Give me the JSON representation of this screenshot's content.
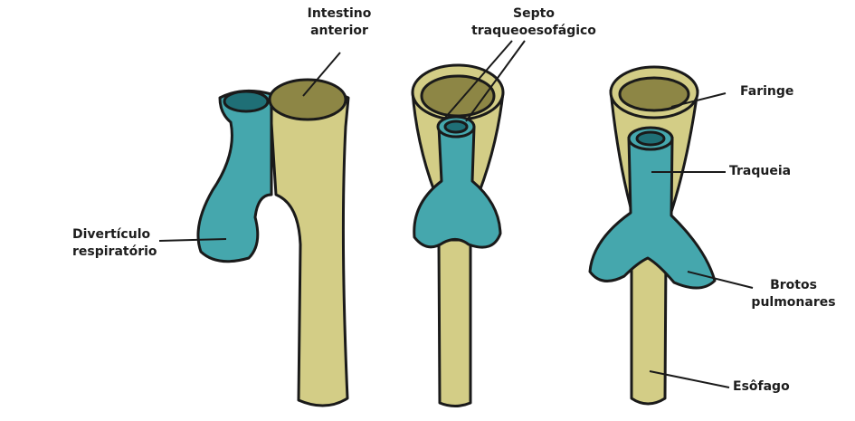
{
  "labels": {
    "intestino_anterior": [
      "Intestino",
      "anterior"
    ],
    "septo": [
      "Septo",
      "traqueoesofágico"
    ],
    "faringe": "Faringe",
    "traqueia": "Traqueia",
    "brotos": [
      "Brotos",
      "pulmonares"
    ],
    "esofago": "Esôfago",
    "diverticulo": [
      "Divertículo",
      "respiratório"
    ]
  },
  "colors": {
    "teal": "#45a7ad",
    "teal_dark": "#1f6f76",
    "yellow": "#d3cd86",
    "yellow_dark": "#8d8645",
    "outline": "#1a1a1a"
  }
}
